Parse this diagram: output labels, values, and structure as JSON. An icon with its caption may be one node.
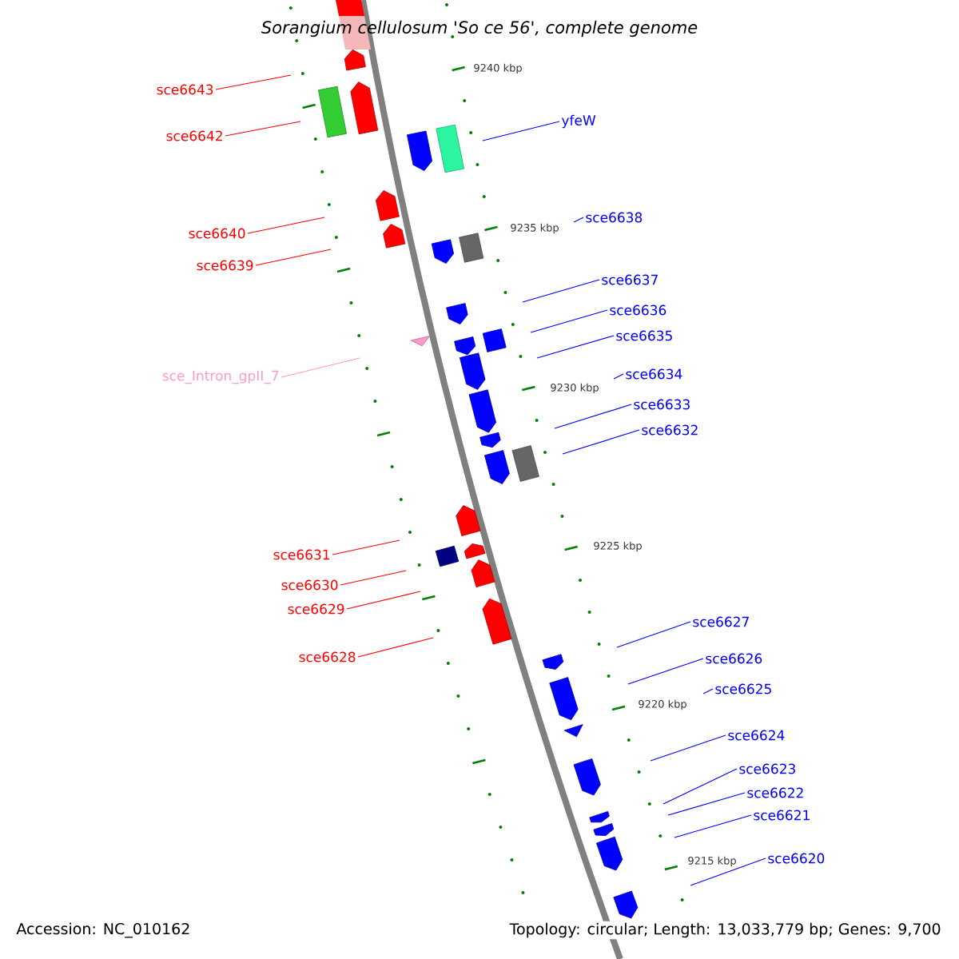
{
  "diagram": {
    "title": "Sorangium cellulosum 'So ce 56', complete genome",
    "nodes": [
      {
        "text": [
          "sce6643"
        ]
      },
      {
        "text": [
          "sce6642"
        ]
      },
      {
        "text": [
          "sce6640"
        ]
      },
      {
        "text": [
          "sce6639"
        ]
      },
      {
        "text": [
          "sce_Intron_gpII_7"
        ]
      },
      {
        "text": [
          "sce6631"
        ]
      },
      {
        "text": [
          "sce6630"
        ]
      },
      {
        "text": [
          "sce6629"
        ]
      },
      {
        "text": [
          "sce6628"
        ]
      },
      {
        "text": [
          "yfeW"
        ]
      },
      {
        "text": [
          "sce6638"
        ]
      },
      {
        "text": [
          "sce6637"
        ]
      },
      {
        "text": [
          "sce6636"
        ]
      },
      {
        "text": [
          "sce6635"
        ]
      },
      {
        "text": [
          "sce6634"
        ]
      },
      {
        "text": [
          "sce6633"
        ]
      },
      {
        "text": [
          "sce6632"
        ]
      },
      {
        "text": [
          "sce6627"
        ]
      },
      {
        "text": [
          "sce6626"
        ]
      },
      {
        "text": [
          "sce6625"
        ]
      },
      {
        "text": [
          "sce6624"
        ]
      },
      {
        "text": [
          "sce6623"
        ]
      },
      {
        "text": [
          "sce6622"
        ]
      },
      {
        "text": [
          "sce6621"
        ]
      },
      {
        "text": [
          "sce6620"
        ]
      }
    ],
    "edges": [
      {
        "from": 0,
        "to": null,
        "arrow": "none",
        "color": "#ff0000"
      },
      {
        "from": 1,
        "to": null,
        "arrow": "none",
        "color": "#ff0000"
      },
      {
        "from": 2,
        "to": null,
        "arrow": "none",
        "color": "#ff0000"
      },
      {
        "from": 3,
        "to": null,
        "arrow": "none",
        "color": "#ff0000"
      },
      {
        "from": 4,
        "to": null,
        "arrow": "none",
        "color": "#ff99cc"
      },
      {
        "from": 5,
        "to": null,
        "arrow": "none",
        "color": "#ff0000"
      },
      {
        "from": 6,
        "to": null,
        "arrow": "none",
        "color": "#ff0000"
      },
      {
        "from": 7,
        "to": null,
        "arrow": "none",
        "color": "#ff0000"
      },
      {
        "from": 8,
        "to": null,
        "arrow": "none",
        "color": "#ff0000"
      },
      {
        "from": 9,
        "to": null,
        "arrow": "none"
      },
      {
        "from": 10,
        "to": null,
        "arrow": "none"
      },
      {
        "from": 11,
        "to": null,
        "arrow": "none"
      },
      {
        "from": 12,
        "to": null,
        "arrow": "none"
      },
      {
        "from": 13,
        "to": null,
        "arrow": "none"
      },
      {
        "from": 14,
        "to": null,
        "arrow": "none"
      },
      {
        "from": 15,
        "to": null,
        "arrow": "none"
      },
      {
        "from": 16,
        "to": null,
        "arrow": "none"
      },
      {
        "from": 17,
        "to": null,
        "arrow": "none"
      },
      {
        "from": 18,
        "to": null,
        "arrow": "none"
      },
      {
        "from": 19,
        "to": null,
        "arrow": "none"
      },
      {
        "from": 20,
        "to": null,
        "arrow": "none"
      },
      {
        "from": 21,
        "to": null,
        "arrow": "none"
      },
      {
        "from": 22,
        "to": null,
        "arrow": "none"
      },
      {
        "from": 23,
        "to": null,
        "arrow": "none"
      },
      {
        "from": 24,
        "to": null,
        "arrow": "none"
      }
    ],
    "labels": [
      "9240 kbp",
      "9235 kbp",
      "9230 kbp",
      "9225 kbp",
      "9220 kbp",
      "9215 kbp",
      "Accession: NC_010162",
      "Topology: circular; Length: 13,033,779 bp; Genes: 9,700"
    ]
  }
}
